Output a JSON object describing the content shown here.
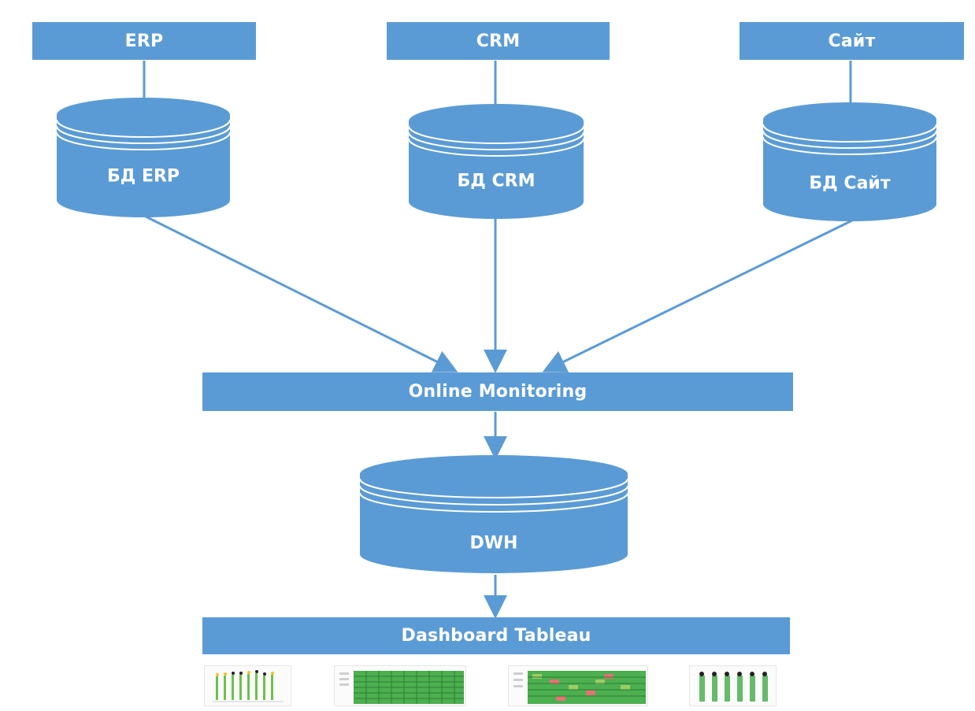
{
  "sources": [
    {
      "label": "ERP",
      "db_label": "БД ERP"
    },
    {
      "label": "CRM",
      "db_label": "БД CRM"
    },
    {
      "label": "Сайт",
      "db_label": "БД Сайт"
    }
  ],
  "monitoring": {
    "label": "Online Monitoring"
  },
  "warehouse": {
    "label": "DWH"
  },
  "dashboard": {
    "label": "Dashboard Tableau"
  },
  "thumbnails": [
    {
      "kind": "bar-chart",
      "colors": [
        "#6cc24a",
        "#f0c419",
        "#222222"
      ]
    },
    {
      "kind": "green-table",
      "colors": [
        "#4caf50",
        "#2e7d32"
      ]
    },
    {
      "kind": "heatmap",
      "colors": [
        "#4caf50",
        "#9ccc65",
        "#e57373"
      ]
    },
    {
      "kind": "bar-chart-dots",
      "colors": [
        "#66bb6a",
        "#222222"
      ]
    }
  ],
  "colors": {
    "box": "#5b9bd5",
    "line": "#5b9bd5",
    "text": "#ffffff"
  }
}
